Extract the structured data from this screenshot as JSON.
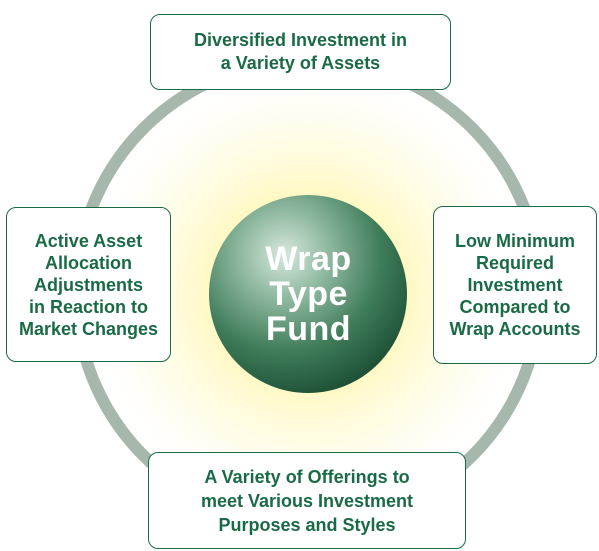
{
  "colors": {
    "ring": "#a6b8ab",
    "accent_green": "#1a6b45",
    "glow": "#fff7a8",
    "sphere_light": "#b9d3c3",
    "sphere_dark": "#1f5a3b"
  },
  "center": {
    "label": "Wrap\nType\nFund"
  },
  "boxes": {
    "top": "Diversified Investment in\na Variety of Assets",
    "right": "Low Minimum\nRequired\nInvestment\nCompared to\nWrap Accounts",
    "bottom": "A Variety of Offerings to\nmeet Various Investment\nPurposes and Styles",
    "left": "Active Asset\nAllocation\nAdjustments\nin Reaction to\nMarket Changes"
  }
}
